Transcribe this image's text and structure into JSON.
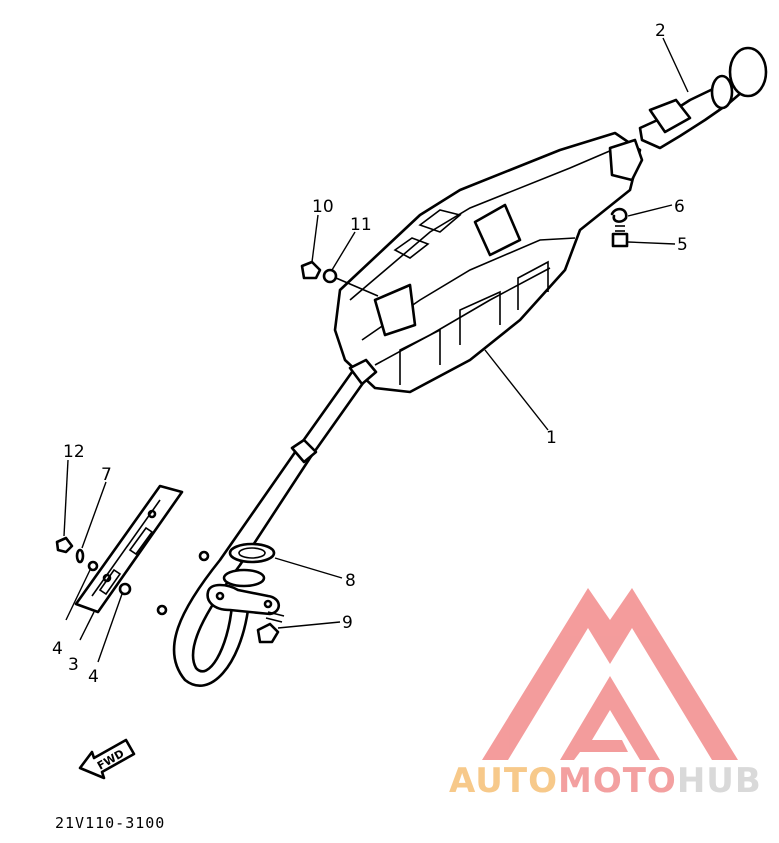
{
  "callouts": [
    {
      "id": "c1",
      "text": "1"
    },
    {
      "id": "c2",
      "text": "2"
    },
    {
      "id": "c3",
      "text": "3"
    },
    {
      "id": "c4a",
      "text": "4"
    },
    {
      "id": "c4b",
      "text": "4"
    },
    {
      "id": "c5",
      "text": "5"
    },
    {
      "id": "c6",
      "text": "6"
    },
    {
      "id": "c7",
      "text": "7"
    },
    {
      "id": "c8",
      "text": "8"
    },
    {
      "id": "c9",
      "text": "9"
    },
    {
      "id": "c10",
      "text": "10"
    },
    {
      "id": "c11",
      "text": "11"
    },
    {
      "id": "c12",
      "text": "12"
    }
  ],
  "fwd_label": "FWD",
  "diagram_code": "21V110-3100",
  "watermark": {
    "part1": "AUTO",
    "part2": "MOTO",
    "part3": "HUB",
    "color1": "#f7c98a",
    "color2": "#f3a0a0",
    "color3": "#d9d9d9",
    "logo_color": "#f28b8b"
  }
}
